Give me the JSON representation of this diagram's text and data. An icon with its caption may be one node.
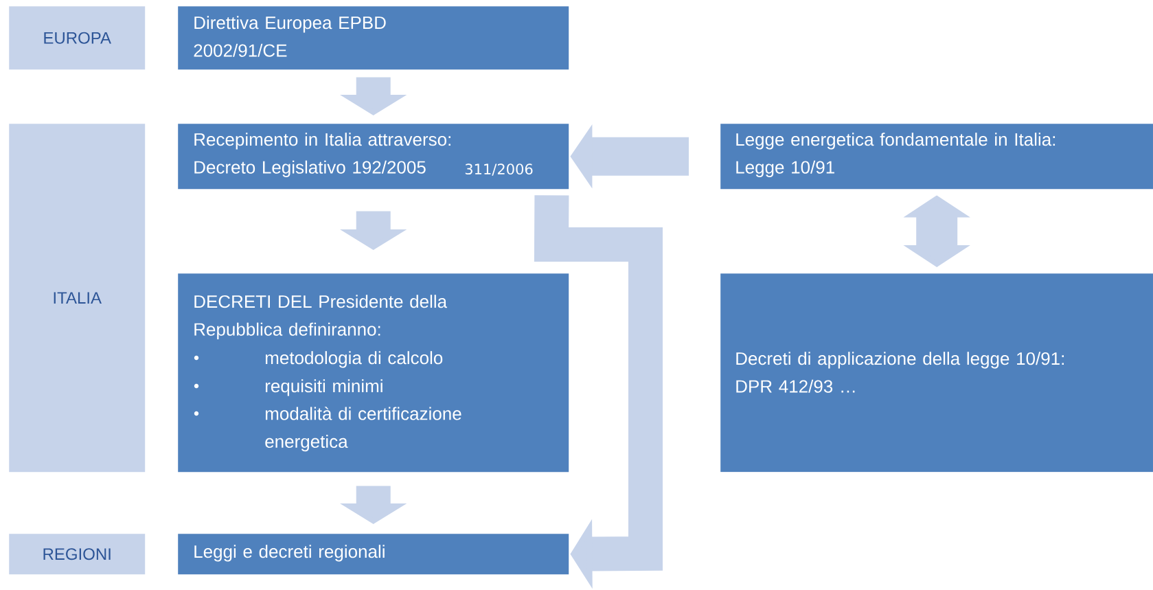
{
  "diagram": {
    "nodes": [
      {
        "text": [
          "EUROPA"
        ]
      },
      {
        "text": [
          "Direttiva Europea EPBD 2002/91/CE"
        ]
      },
      {
        "text": [
          "ITALIA"
        ]
      },
      {
        "text": [
          "Recepimento in Italia attraverso: Decreto Legislativo 192/2005",
          "311/2006"
        ]
      },
      {
        "text": [
          "Legge energetica fondamentale in Italia: Legge 10/91"
        ]
      },
      {
        "text": [
          "DECRETI DEL Presidente della Repubblica definiranno:",
          "metodologia di calcolo",
          "requisiti minimi",
          "modalità di certificazione energetica"
        ]
      },
      {
        "text": [
          "Decreti di applicazione della legge 10/91: DPR 412/93 …"
        ]
      },
      {
        "text": [
          "REGIONI"
        ]
      },
      {
        "text": [
          "Leggi e decreti regionali"
        ]
      }
    ],
    "edges": [
      {
        "from": 1,
        "to": 3,
        "arrow": "to"
      },
      {
        "from": 3,
        "to": 5,
        "arrow": "to"
      },
      {
        "from": 5,
        "to": 8,
        "arrow": "to"
      },
      {
        "from": 4,
        "to": 3,
        "arrow": "to"
      },
      {
        "from": 4,
        "to": 6,
        "arrow": "both"
      },
      {
        "from": 3,
        "to": 8,
        "arrow": "to"
      }
    ]
  }
}
